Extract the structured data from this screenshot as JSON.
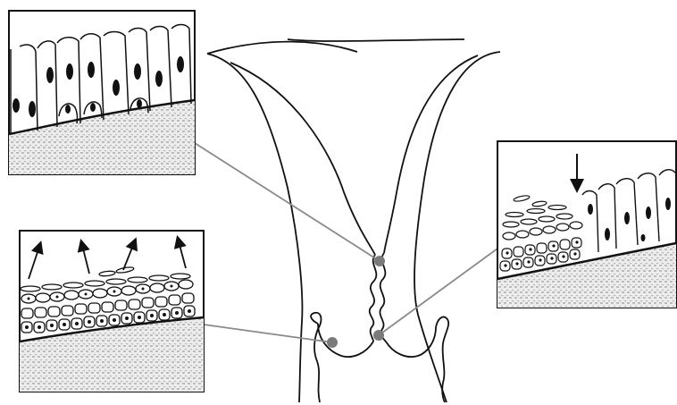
{
  "figure": {
    "kind": "cervix-epithelium-illustration",
    "colors": {
      "line": "#111111",
      "leader_line": "#8a8a8a",
      "marker": "#7a7a7a",
      "stroma": "#d9d9d9",
      "background": "#ffffff"
    },
    "insets": [
      {
        "id": "columnar-epithelium",
        "depicts": "columnar-epithelium-inset"
      },
      {
        "id": "squamous-epithelium",
        "depicts": "squamous-epithelium-inset-with-exfoliation-arrows"
      },
      {
        "id": "transformation-zone",
        "depicts": "squamocolumnar-junction-inset-with-arrow"
      }
    ],
    "markers": [
      {
        "id": "endocervical-canal-point"
      },
      {
        "id": "ectocervix-point"
      },
      {
        "id": "junction-point"
      }
    ]
  }
}
